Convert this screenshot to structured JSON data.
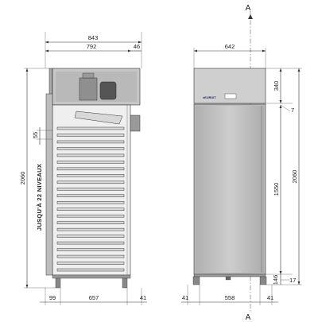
{
  "side_view": {
    "overall_width": "843",
    "body_width": "792",
    "rear_offset": "46",
    "overall_height": "2060",
    "tray_pitch": "55",
    "levels_note": "JUSQU'À 22 NIVEAUX",
    "level_count": 22,
    "bottom_left": "99",
    "bottom_mid": "657",
    "bottom_right": "41"
  },
  "front_view": {
    "width": "642",
    "top_height": "340",
    "gap": "7",
    "door_height": "1550",
    "overall_height": "2060",
    "leg_height": "146",
    "leg_gap": "17",
    "bottom_left": "41",
    "bottom_mid": "558",
    "bottom_right": "41",
    "brand_label": "●EUROIT",
    "section_label": "A"
  },
  "colors": {
    "steel": "#c9c9c9",
    "steel_dark": "#a9a9a9",
    "grille": "#b5b5b5",
    "line": "#333333"
  }
}
